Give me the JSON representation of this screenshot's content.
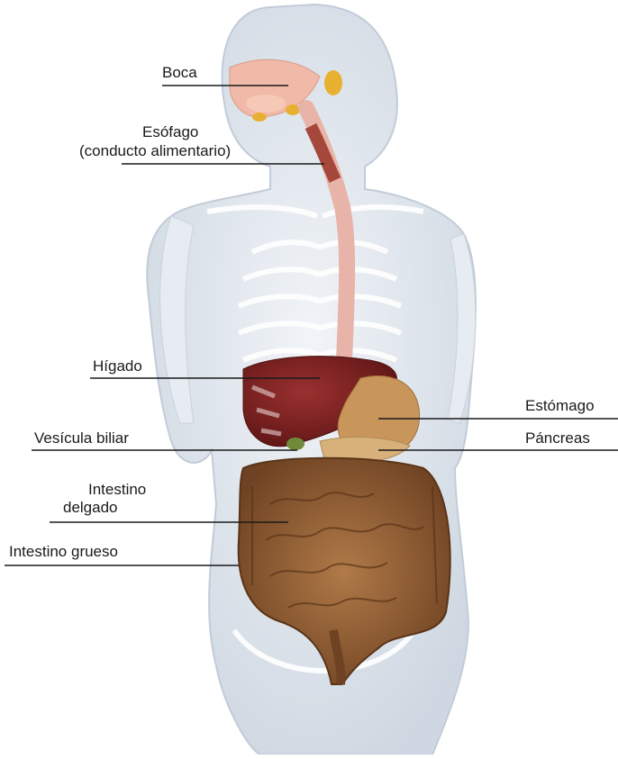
{
  "labels": {
    "boca": "Boca",
    "esofago_1": "Esófago",
    "esofago_2": "(conducto alimentario)",
    "higado": "Hígado",
    "estomago": "Estómago",
    "vesicula": "Vesícula biliar",
    "pancreas": "Páncreas",
    "intestino_delgado_1": "Intestino",
    "intestino_delgado_2": "delgado",
    "intestino_grueso": "Intestino grueso"
  },
  "colors": {
    "body": "#dfe6ee",
    "bone": "#f3f6f9",
    "liver": "#7a1f1f",
    "stomach": "#c8965a",
    "intestine": "#8a5a33",
    "esophagus": "#e8b3a8",
    "leader": "#1a1a1a"
  }
}
